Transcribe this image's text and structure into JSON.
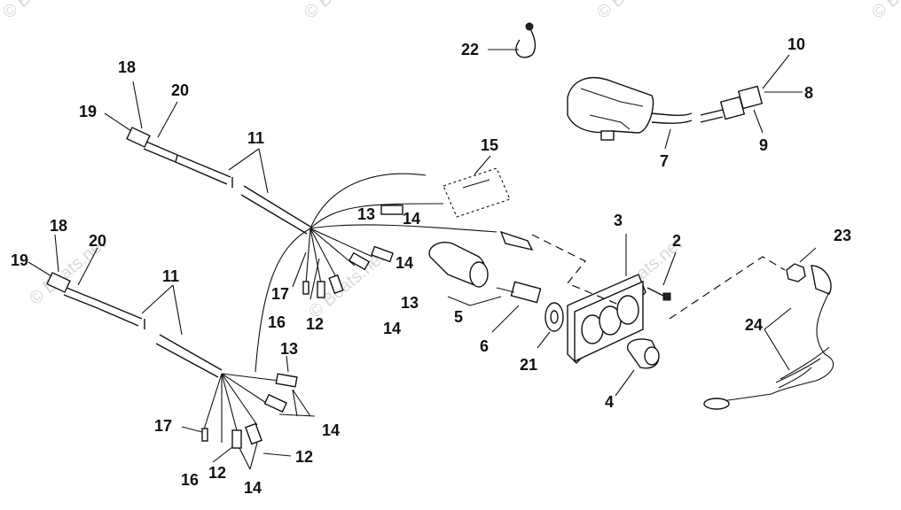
{
  "watermark": {
    "text": "© Boats.net"
  },
  "callouts": {
    "c22": "22",
    "c10": "10",
    "c8": "8",
    "c9": "9",
    "c7": "7",
    "c18a": "18",
    "c20a": "20",
    "c19a": "19",
    "c11a": "11",
    "c15": "15",
    "c13a": "13",
    "c14a": "14",
    "c18b": "18",
    "c20b": "20",
    "c19b": "19",
    "c11b": "11",
    "c3": "3",
    "c2": "2",
    "c23": "23",
    "c14b": "14",
    "c17a": "17",
    "c16a": "16",
    "c12a": "12",
    "c13b": "13",
    "c14c": "14",
    "c5": "5",
    "c6": "6",
    "c21": "21",
    "c24": "24",
    "c4": "4",
    "c13c": "13",
    "c14d": "14",
    "c17b": "17",
    "c12b": "12",
    "c16b": "16",
    "c12c": "12",
    "c14e": "14"
  }
}
